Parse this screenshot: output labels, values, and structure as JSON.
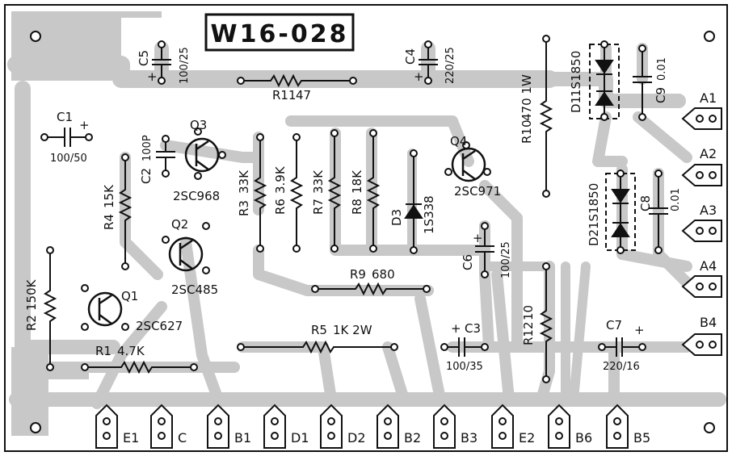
{
  "board": {
    "id": "W16-028",
    "colors": {
      "trace": "#c8c8c8",
      "ink": "#111111",
      "paper": "#ffffff"
    }
  },
  "components": {
    "resistors": [
      {
        "ref": "R1",
        "value": "4.7K"
      },
      {
        "ref": "R2",
        "value": "150K"
      },
      {
        "ref": "R3",
        "value": "33K"
      },
      {
        "ref": "R4",
        "value": "15K"
      },
      {
        "ref": "R5",
        "value": "1K 2W"
      },
      {
        "ref": "R6",
        "value": "3.9K"
      },
      {
        "ref": "R7",
        "value": "33K"
      },
      {
        "ref": "R8",
        "value": "18K"
      },
      {
        "ref": "R9",
        "value": "680"
      },
      {
        "ref": "R10",
        "value": "470 1W"
      },
      {
        "ref": "R11",
        "value": "47"
      },
      {
        "ref": "R12",
        "value": "10"
      }
    ],
    "capacitors": [
      {
        "ref": "C1",
        "value": "100/50",
        "polar": "+"
      },
      {
        "ref": "C2",
        "value": "100P"
      },
      {
        "ref": "C3",
        "value": "100/35",
        "polar": "+"
      },
      {
        "ref": "C4",
        "value": "220/25",
        "polar": "+"
      },
      {
        "ref": "C5",
        "value": "100/25",
        "polar": "+"
      },
      {
        "ref": "C6",
        "value": "100/25",
        "polar": "+"
      },
      {
        "ref": "C7",
        "value": "220/16",
        "polar": "+"
      },
      {
        "ref": "C8",
        "value": "0.01"
      },
      {
        "ref": "C9",
        "value": "0.01"
      }
    ],
    "transistors": [
      {
        "ref": "Q1",
        "value": "2SC627"
      },
      {
        "ref": "Q2",
        "value": "2SC485"
      },
      {
        "ref": "Q3",
        "value": "2SC968"
      },
      {
        "ref": "Q4",
        "value": "2SC971"
      }
    ],
    "diodes": [
      {
        "ref": "D1",
        "value": "1S1850"
      },
      {
        "ref": "D2",
        "value": "1S1850"
      },
      {
        "ref": "D3",
        "value": "1S338"
      }
    ]
  },
  "connectors": {
    "right": [
      "A1",
      "A2",
      "A3",
      "A4",
      "B4"
    ],
    "bottom": [
      "E1",
      "C",
      "B1",
      "D1",
      "D2",
      "B2",
      "B3",
      "E2",
      "B6",
      "B5"
    ]
  }
}
